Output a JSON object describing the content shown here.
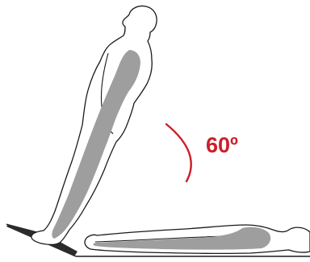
{
  "diagram": {
    "angle_label": "60º",
    "colors": {
      "outline": "#1a1a1a",
      "shading": "#9e9e9e",
      "accent": "#cc1f2a",
      "background": "#ffffff"
    },
    "elements": [
      "standing-figure",
      "lying-figure",
      "tilt-table-ramp",
      "angle-arc",
      "angle-label"
    ]
  }
}
